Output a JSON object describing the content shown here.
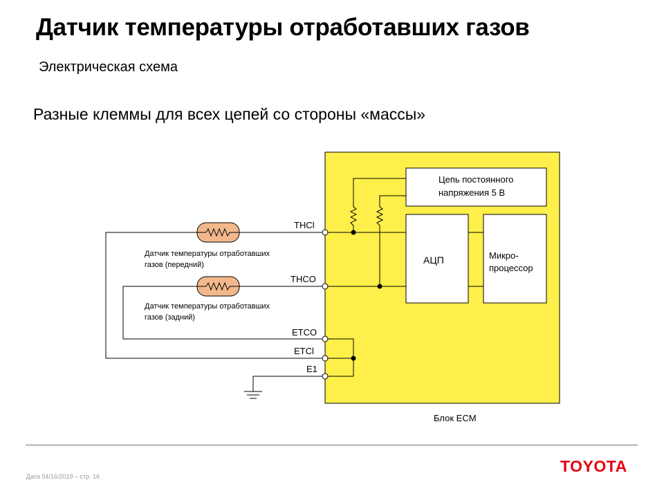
{
  "header": {
    "title": "Датчик температуры отработавших газов",
    "subtitle": "Электрическая схема",
    "heading": "Разные клеммы для всех цепей со стороны «массы»"
  },
  "diagram": {
    "sensor_front_line1": "Датчик температуры отработавших",
    "sensor_front_line2": "газов (передний)",
    "sensor_rear_line1": "Датчик температуры отработавших",
    "sensor_rear_line2": "газов (задний)",
    "terminals": [
      "THCl",
      "THCO",
      "ETCO",
      "ETCl",
      "E1"
    ],
    "power_line1": "Цепь постоянного",
    "power_line2": "напряжения 5 В",
    "adc": "АЦП",
    "cpu_line1": "Микро-",
    "cpu_line2": "процессор",
    "ecm": "Блок ECM",
    "colors": {
      "ecm_fill": "#ffef4a",
      "sensor_fill": "#f2b88c",
      "logo": "#e60012"
    }
  },
  "footer": {
    "date_text": "Дата 04/16/2019 – стр.  16",
    "logo": "TOYOTA"
  }
}
